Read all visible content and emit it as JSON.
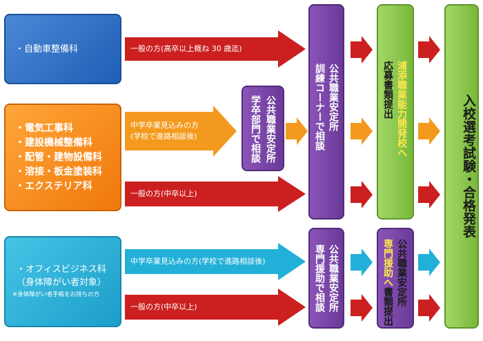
{
  "sources": {
    "auto": {
      "items": [
        "・自動車整備科"
      ]
    },
    "group2": {
      "items": [
        "・電気工事科",
        "・建設機械整備科",
        "・配管・建物設備科",
        "・溶接・板金塗装科",
        "・エクステリア科"
      ]
    },
    "office": {
      "items": [
        "・オフィスビジネス科",
        "（身体障がい者対象）"
      ],
      "note": "※身体障がい者手帳をお持ちの方"
    }
  },
  "arrows": {
    "a1": "一般の方(高卒以上概ね 30 歳迄)",
    "a2_line1": "中学卒業見込みの方",
    "a2_line2": "(学校で進路相談後)",
    "a3": "一般の方(中卒以上)",
    "a4": "中学卒業見込みの方(学校で進路相談後)",
    "a5": "一般の方(中卒以上)"
  },
  "boxes": {
    "school_dept": {
      "col1": "公共職業安定所",
      "col2": "学卒部門で相談"
    },
    "training": {
      "col1": "公共職業安定所",
      "col2": "訓練コーナーで相談"
    },
    "specialist": {
      "col1": "公共職業安定所",
      "col2": "専門援助で相談"
    },
    "apply_school": {
      "col1": "浦添職業能力開発校へ",
      "col2": "応募書類提出"
    },
    "apply_specialist": {
      "col1": "公共職業安定所",
      "col2_hl": "専門援助へ",
      "col2_dark": "書類提出"
    },
    "final": {
      "text": "入校選考試験・合格発表"
    }
  },
  "colors": {
    "blue": "#2a6cc4",
    "orange": "#f58a1f",
    "cyan": "#2ab1d8",
    "purple": "#7a46a8",
    "green": "#8cc84f",
    "red_arrow": "#cc1f1f",
    "orange_arrow": "#f39a1e",
    "cyan_arrow": "#22b0d8",
    "highlight": "#ffe84d"
  }
}
